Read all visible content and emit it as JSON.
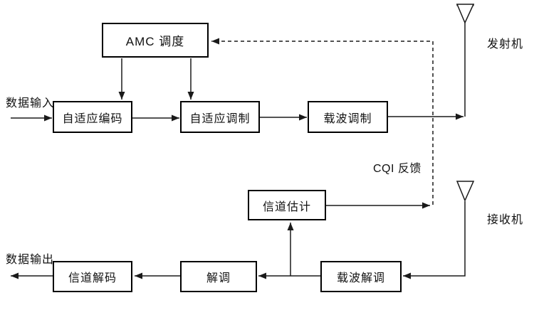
{
  "diagram": {
    "boxes": [
      {
        "id": "amc-scheduling",
        "label": "AMC 调度"
      },
      {
        "id": "adaptive-coding",
        "label": "自适应编码"
      },
      {
        "id": "adaptive-modulation",
        "label": "自适应调制"
      },
      {
        "id": "carrier-modulation",
        "label": "载波调制"
      },
      {
        "id": "channel-estimation",
        "label": "信道估计"
      },
      {
        "id": "carrier-demodulation",
        "label": "载波解调"
      },
      {
        "id": "demodulation",
        "label": "解调"
      },
      {
        "id": "channel-decoding",
        "label": "信道解码"
      }
    ],
    "labels": {
      "data_input": "数据输入",
      "data_output": "数据输出",
      "transmitter": "发射机",
      "receiver": "接收机",
      "cqi_feedback": "CQI 反馈"
    },
    "icons": {
      "transmitter_antenna": "antenna-icon",
      "receiver_antenna": "antenna-icon"
    },
    "colors": {
      "line": "#1a1a1a",
      "box_border": "#000000",
      "background": "#ffffff"
    }
  }
}
